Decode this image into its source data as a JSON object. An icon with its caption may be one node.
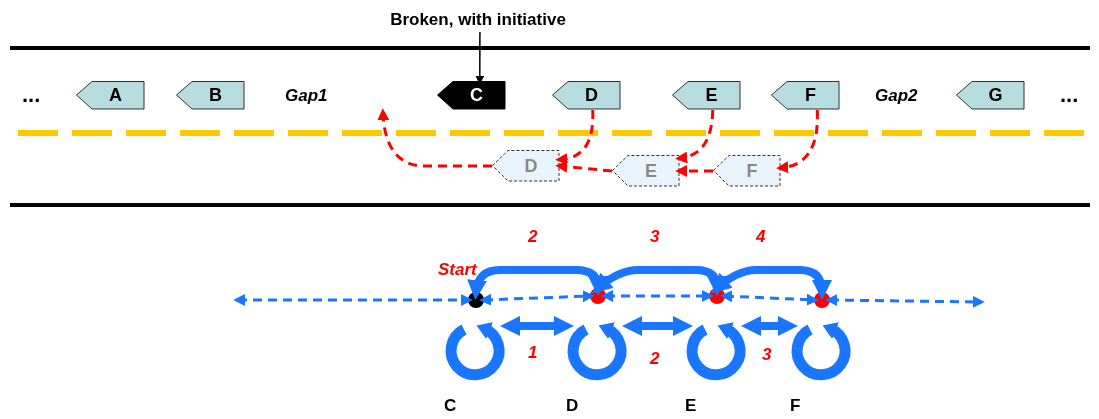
{
  "diagram": {
    "nodes": [
      {
        "text": [
          "Broken, with initiative"
        ]
      },
      {
        "text": [
          "A"
        ]
      },
      {
        "text": [
          "B"
        ]
      },
      {
        "text": [
          "C"
        ]
      },
      {
        "text": [
          "D"
        ]
      },
      {
        "text": [
          "E"
        ]
      },
      {
        "text": [
          "F"
        ]
      },
      {
        "text": [
          "G"
        ]
      },
      {
        "text": [
          "D"
        ]
      },
      {
        "text": [
          "E"
        ]
      },
      {
        "text": [
          "F"
        ]
      },
      {
        "text": [],
        "shape": "circle",
        "beside": [
          "Start"
        ]
      },
      {
        "text": [],
        "shape": "circle"
      },
      {
        "text": [],
        "shape": "circle"
      },
      {
        "text": [],
        "shape": "circle"
      },
      {
        "text": [
          "C"
        ]
      },
      {
        "text": [
          "D"
        ]
      },
      {
        "text": [
          "E"
        ]
      },
      {
        "text": [
          "F"
        ]
      }
    ],
    "edges": [
      {
        "from": 0,
        "to": 3,
        "arrow": "to",
        "color": "#000000"
      },
      {
        "from": 4,
        "to": 8,
        "arrow": "to",
        "style": "dashed",
        "color": "#ff0000"
      },
      {
        "from": 5,
        "to": 9,
        "arrow": "to",
        "style": "dashed",
        "color": "#ff0000"
      },
      {
        "from": 6,
        "to": 10,
        "arrow": "to",
        "style": "dashed",
        "color": "#ff0000"
      },
      {
        "from": 10,
        "to": 9,
        "arrow": "to",
        "style": "dashed",
        "color": "#ff0000"
      },
      {
        "from": 9,
        "to": 8,
        "arrow": "to",
        "style": "dashed",
        "color": "#ff0000"
      },
      {
        "from": 8,
        "to": null,
        "arrow": "to",
        "style": "dashed",
        "color": "#ff0000"
      },
      {
        "from": null,
        "to": 11,
        "arrow": "both",
        "style": "dashed"
      },
      {
        "from": 11,
        "to": 12,
        "arrow": "both",
        "style": "dashed"
      },
      {
        "from": 12,
        "to": 13,
        "arrow": "both",
        "style": "dashed"
      },
      {
        "from": 13,
        "to": 14,
        "arrow": "both",
        "style": "dashed"
      },
      {
        "from": 14,
        "to": null,
        "arrow": "both",
        "style": "dashed"
      },
      {
        "from": 11,
        "to": 12,
        "arrow": "both",
        "style": "thick",
        "label": "2"
      },
      {
        "from": 12,
        "to": 13,
        "arrow": "both",
        "style": "thick",
        "label": "3"
      },
      {
        "from": 13,
        "to": 14,
        "arrow": "both",
        "style": "thick",
        "label": "4"
      },
      {
        "from": 15,
        "to": 16,
        "arrow": "both",
        "style": "thick",
        "label": "1"
      },
      {
        "from": 16,
        "to": 17,
        "arrow": "both",
        "style": "thick",
        "label": "2"
      },
      {
        "from": 17,
        "to": 18,
        "arrow": "both",
        "style": "thick",
        "label": "3"
      }
    ],
    "labels": [
      "...",
      "Gap1",
      "Gap2",
      "..."
    ]
  }
}
